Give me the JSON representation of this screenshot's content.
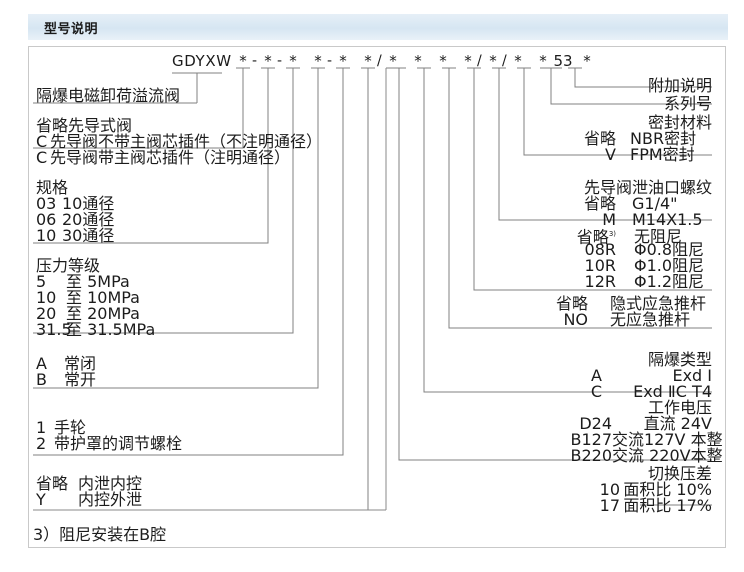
{
  "header": {
    "title": "型号说明"
  },
  "code": {
    "prefix": "GDYXW",
    "tokens": [
      "*",
      "*",
      "*",
      "*",
      "*",
      "*",
      "*",
      "*",
      "*",
      "*",
      "*",
      "*",
      "*",
      "53",
      "*"
    ],
    "separators": [
      "-",
      "-",
      "",
      "-",
      "",
      "/",
      "",
      "",
      "",
      "/",
      "/",
      "",
      "",
      ""
    ]
  },
  "left_groups": [
    {
      "name": "product-name",
      "rows": [
        {
          "key": "",
          "val": "隔爆电磁卸荷溢流阀"
        }
      ]
    },
    {
      "name": "pilot-type",
      "rows": [
        {
          "key": "省略",
          "val": "先导式阀"
        },
        {
          "key": "C",
          "val": "先导阀不带主阀芯插件（不注明通径）"
        },
        {
          "key": "C",
          "val": "先导阀带主阀芯插件（注明通径）"
        }
      ]
    },
    {
      "name": "specification",
      "rows": [
        {
          "key": "",
          "val": "规格"
        },
        {
          "key": "03",
          "val": "10通径"
        },
        {
          "key": "06",
          "val": "20通径"
        },
        {
          "key": "10",
          "val": "30通径"
        }
      ]
    },
    {
      "name": "pressure-rating",
      "rows": [
        {
          "key": "",
          "val": "压力等级"
        },
        {
          "key": "5",
          "val": "至  5MPa"
        },
        {
          "key": "10",
          "val": "至 10MPa"
        },
        {
          "key": "20",
          "val": "至 20MPa"
        },
        {
          "key": "31.5",
          "val": "至 31.5MPa"
        }
      ]
    },
    {
      "name": "valve-state",
      "rows": [
        {
          "key": "A",
          "val": "常闭"
        },
        {
          "key": "B",
          "val": "常开"
        }
      ]
    },
    {
      "name": "adjust-type",
      "rows": [
        {
          "key": "1",
          "val": "手轮"
        },
        {
          "key": "2",
          "val": "带护罩的调节螺栓"
        }
      ]
    },
    {
      "name": "drain-control",
      "rows": [
        {
          "key": "省略",
          "val": "内泄内控"
        },
        {
          "key": "Y",
          "val": "内控外泄"
        }
      ]
    }
  ],
  "right_groups": [
    {
      "name": "additional-note",
      "rows": [
        {
          "key": "",
          "val": "附加说明"
        }
      ]
    },
    {
      "name": "series-number",
      "rows": [
        {
          "key": "",
          "val": "系列号"
        }
      ]
    },
    {
      "name": "seal-material",
      "rows": [
        {
          "key": "",
          "val": "密封材料"
        },
        {
          "key": "省略",
          "val": "NBR密封"
        },
        {
          "key": "V",
          "val": "FPM密封"
        }
      ]
    },
    {
      "name": "pilot-drain-thread",
      "rows": [
        {
          "key": "",
          "val": "先导阀泄油口螺纹"
        },
        {
          "key": "省略",
          "val": "G1/4\""
        },
        {
          "key": "M",
          "val": "M14X1.5"
        }
      ]
    },
    {
      "name": "damping",
      "rows": [
        {
          "key": "省略",
          "sup": "3)",
          "val": "无阻尼"
        },
        {
          "key": "08R",
          "val": "Φ0.8阻尼"
        },
        {
          "key": "10R",
          "val": "Φ1.0阻尼"
        },
        {
          "key": "12R",
          "val": "Φ1.2阻尼"
        }
      ]
    },
    {
      "name": "emergency-rod",
      "rows": [
        {
          "key": "省略",
          "val": "隐式应急推杆"
        },
        {
          "key": "NO",
          "val": "无应急推杆"
        }
      ]
    },
    {
      "name": "explosion-proof-type",
      "rows": [
        {
          "key": "",
          "val": "隔爆类型"
        },
        {
          "key": "A",
          "val": "Exd Ⅰ"
        },
        {
          "key": "C",
          "val": "Exd ⅡC T4"
        }
      ]
    },
    {
      "name": "working-voltage",
      "rows": [
        {
          "key": "",
          "val": "工作电压"
        },
        {
          "key": "D24",
          "val": "直流 24V"
        },
        {
          "key": "B127",
          "val": "交流127V 本整"
        },
        {
          "key": "B220",
          "val": "交流 220V本整"
        }
      ]
    },
    {
      "name": "switch-pressure-diff",
      "rows": [
        {
          "key": "",
          "val": "切换压差"
        },
        {
          "key": "10",
          "val": "面积比  10%"
        },
        {
          "key": "17",
          "val": "面积比  17%"
        }
      ]
    }
  ],
  "footnote": {
    "text": "3）阻尼安装在B腔"
  },
  "colors": {
    "header_bg": "#dbe9f4",
    "line": "#808080",
    "text": "#1c1c1c",
    "frame": "#c9c9c9"
  }
}
